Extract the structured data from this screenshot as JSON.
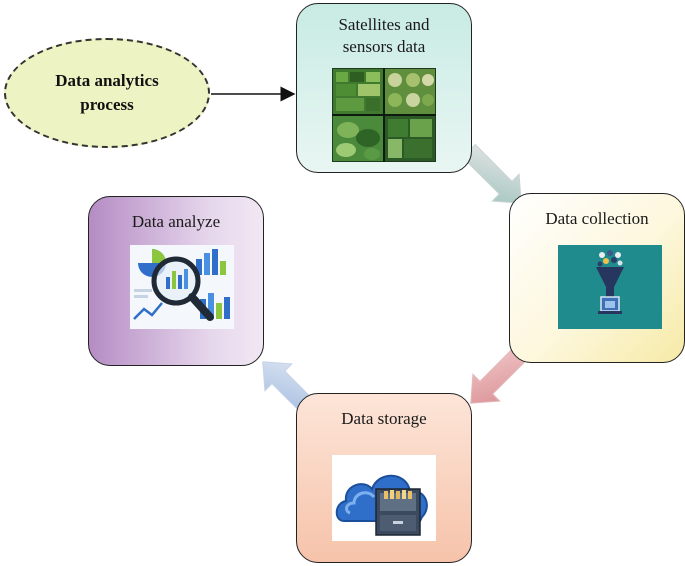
{
  "diagram": {
    "start": {
      "label": "Data analytics\nprocess"
    },
    "steps": {
      "satellites": {
        "label": "Satellites and\nsensors data",
        "image": "satellite-farmland-tiles"
      },
      "collection": {
        "label": "Data collection",
        "image": "funnel-collection-icon"
      },
      "storage": {
        "label": "Data storage",
        "image": "cloud-filing-cabinet-icon"
      },
      "analyze": {
        "label": "Data analyze",
        "image": "magnifier-charts-icon"
      }
    },
    "flow": [
      "start",
      "satellites",
      "collection",
      "storage",
      "analyze"
    ],
    "colors": {
      "oval_fill": "#eef3c4",
      "satellites_box": "#c8ebe4",
      "collection_box": "#f6eaa6",
      "storage_box": "#f6c3aa",
      "analyze_box": "#b58cc4",
      "arrow_teal": "#a8c6c2",
      "arrow_pink": "#d99a9c",
      "arrow_blue": "#a9c1e2"
    }
  }
}
